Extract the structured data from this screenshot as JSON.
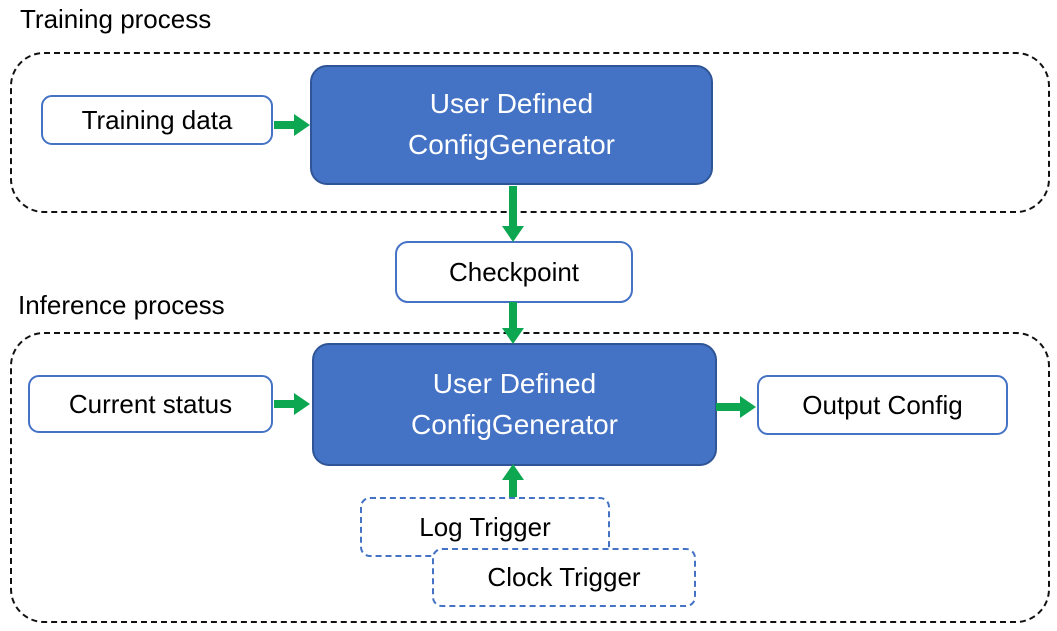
{
  "colors": {
    "primary_blue": "#4472C4",
    "dark_blue_border": "#2F5597",
    "arrow_green": "#0CA750"
  },
  "training": {
    "label": "Training process",
    "data_box": "Training data",
    "generator_line1": "User Defined",
    "generator_line2": "ConfigGenerator"
  },
  "checkpoint": {
    "label": "Checkpoint"
  },
  "inference": {
    "label": "Inference process",
    "status_box": "Current status",
    "generator_line1": "User Defined",
    "generator_line2": "ConfigGenerator",
    "output_box": "Output Config",
    "log_trigger": "Log Trigger",
    "clock_trigger": "Clock Trigger"
  }
}
